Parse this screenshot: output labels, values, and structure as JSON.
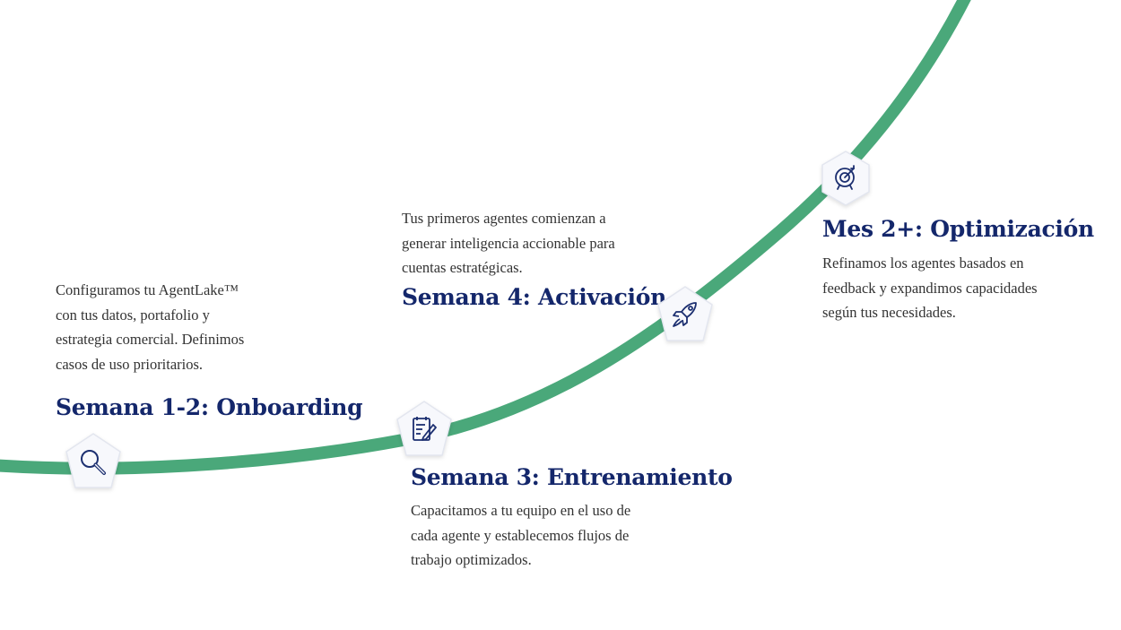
{
  "theme": {
    "line_color": "#4aa87a",
    "title_color": "#14276b",
    "text_color": "#333333",
    "badge_fill": "#f7f8fc"
  },
  "steps": [
    {
      "title": "Semana 1-2: Onboarding",
      "description": [
        "Configuramos tu AgentLake™",
        "con tus datos, portafolio y",
        "estrategia comercial. Definimos",
        "casos de uso prioritarios."
      ],
      "icon": "search-icon"
    },
    {
      "title": "Semana 3: Entrenamiento",
      "description": [
        "Capacitamos a tu equipo en el uso de",
        "cada agente y establecemos flujos de",
        "trabajo optimizados."
      ],
      "icon": "document-edit-icon"
    },
    {
      "title": "Semana 4: Activación",
      "description": [
        "Tus primeros agentes comienzan a",
        "generar inteligencia accionable para",
        "cuentas estratégicas."
      ],
      "icon": "rocket-icon"
    },
    {
      "title": "Mes 2+: Optimización",
      "description": [
        "Refinamos los agentes basados en",
        "feedback y expandimos capacidades",
        "según tus necesidades."
      ],
      "icon": "target-icon"
    }
  ]
}
